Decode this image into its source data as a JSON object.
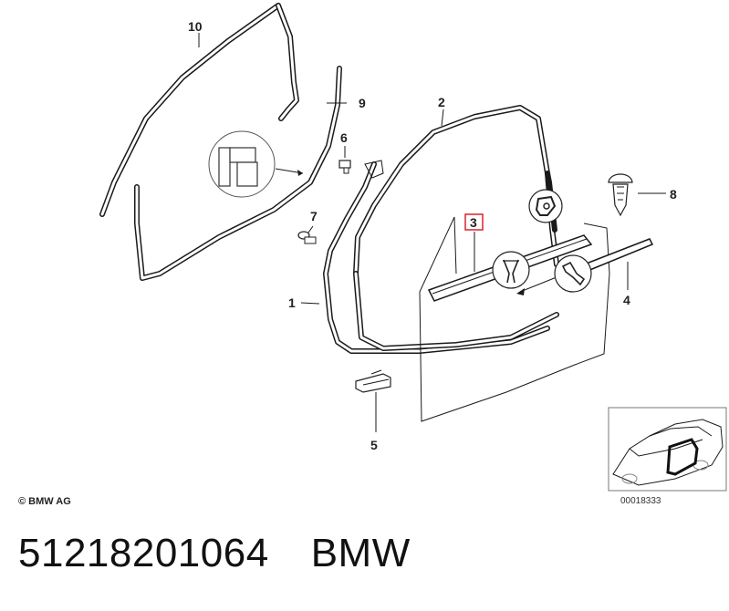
{
  "callouts": {
    "c1": "1",
    "c2": "2",
    "c3": "3",
    "c4": "4",
    "c5": "5",
    "c6": "6",
    "c7": "7",
    "c8": "8",
    "c9": "9",
    "c10": "10"
  },
  "copyright": "© BMW AG",
  "reference_number": "00018333",
  "part_number": "51218201064",
  "brand": "BMW",
  "highlight_color": "#d9232d"
}
